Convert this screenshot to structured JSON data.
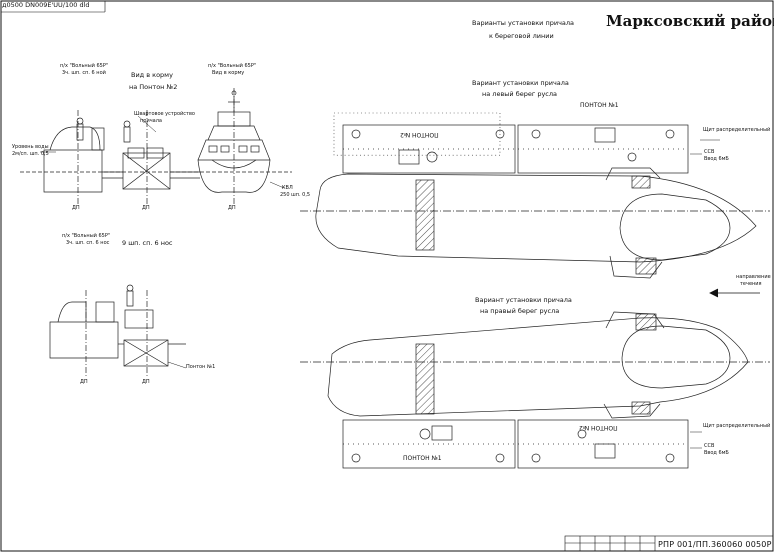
{
  "header": {
    "district_title": "Марксовский район",
    "sheet_code": "д0500 DN009E'UU/100 dld"
  },
  "captions": {
    "variants_title_l1": "Варианты установки причала",
    "variants_title_l2": "к береговой линии",
    "left_bank_l1": "Вариант установки причала",
    "left_bank_l2": "на левый берег русла",
    "right_bank_l1": "Вариант установки причала",
    "right_bank_l2": "на правый берег русла",
    "view_stern_l1": "Вид в корму",
    "view_stern_l2": "на Понтон №2",
    "scale_label": "9 шп. сп. 6 нос",
    "ship_label_a_l1": "п/х \"Вольный 65Р\"",
    "ship_label_a_l2": "3ч. шп. сп. 6 ной",
    "ship_label_b_l1": "п/х \"Вольный 65Р\"",
    "ship_label_b_l2": "Вид в корму",
    "ship_label_c_l1": "п/х \"Вольный 65Р\"",
    "ship_label_c_l2": "3ч. шп. сп. 6 нос",
    "gangway_l1": "Швартовое устройство",
    "gangway_l2": "причала",
    "waterline_l1": "Уровень воды",
    "waterline_l2": "2м/сп. шп. 0,5",
    "draft_l1": "КВЛ",
    "draft_l2": "250 шп. 0,5",
    "pontoon1_label": "Понтон №1",
    "pontoon_top_label": "ПОНТОН №1",
    "pontoon_mirrored_top": "ПОНТОН №2",
    "pontoon_mirrored_bottom": "ПОНТОН №2",
    "pontoon_bottom_label": "ПОНТОН №1",
    "shield_top": "Щит распределительный",
    "shield_bottom": "Щит распределительный",
    "cab_top_l1": "ССВ",
    "cab_top_l2": "Ввод 6мБ",
    "cab_bottom_l1": "ССВ",
    "cab_bottom_l2": "Ввод 6мБ",
    "flow_l1": "направление",
    "flow_l2": "течения",
    "dp1": "ДП",
    "dp2": "ДП",
    "dp3": "ДП",
    "dp4": "ДП",
    "dp5": "ДП"
  },
  "stamp": {
    "code": "РПР 001/ПП.360060 0050Р"
  }
}
